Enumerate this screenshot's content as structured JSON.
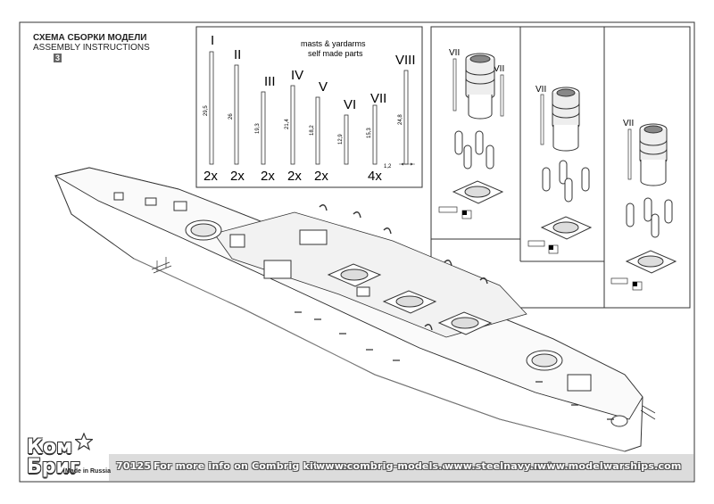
{
  "header": {
    "title_ru": "СХЕМА СБОРКИ МОДЕЛИ",
    "title_en": "ASSEMBLY INSTRUCTIONS",
    "step": "3"
  },
  "masts_panel": {
    "caption_line1": "masts & yardarms",
    "caption_line2": "self made parts",
    "parts": [
      {
        "roman": "I",
        "length": "29,5",
        "qty": "2x"
      },
      {
        "roman": "II",
        "length": "26",
        "qty": "2x"
      },
      {
        "roman": "III",
        "length": "19,3",
        "qty": "2x"
      },
      {
        "roman": "IV",
        "length": "21,4",
        "qty": "2x"
      },
      {
        "roman": "V",
        "length": "18,2",
        "qty": "2x"
      },
      {
        "roman": "VI",
        "length": "12,9",
        "qty": ""
      },
      {
        "roman": "VII",
        "length": "15,3",
        "qty": "4x"
      },
      {
        "roman": "VIII",
        "length": "24,8",
        "qty": ""
      }
    ],
    "thickness_note": "1,2"
  },
  "funnel_panels": {
    "labels": [
      "VII",
      "VII",
      "VII",
      "VII"
    ]
  },
  "footer": {
    "code": "70125",
    "info": "For more info on Combrig kits see:",
    "link1": "www.combrig-models.com",
    "link2": "www.steelnavy.net",
    "link3": "www.modelwarships.com"
  },
  "logo": {
    "line1": "Ком",
    "line2": "Бриг",
    "made_in": "Made in Russia"
  }
}
